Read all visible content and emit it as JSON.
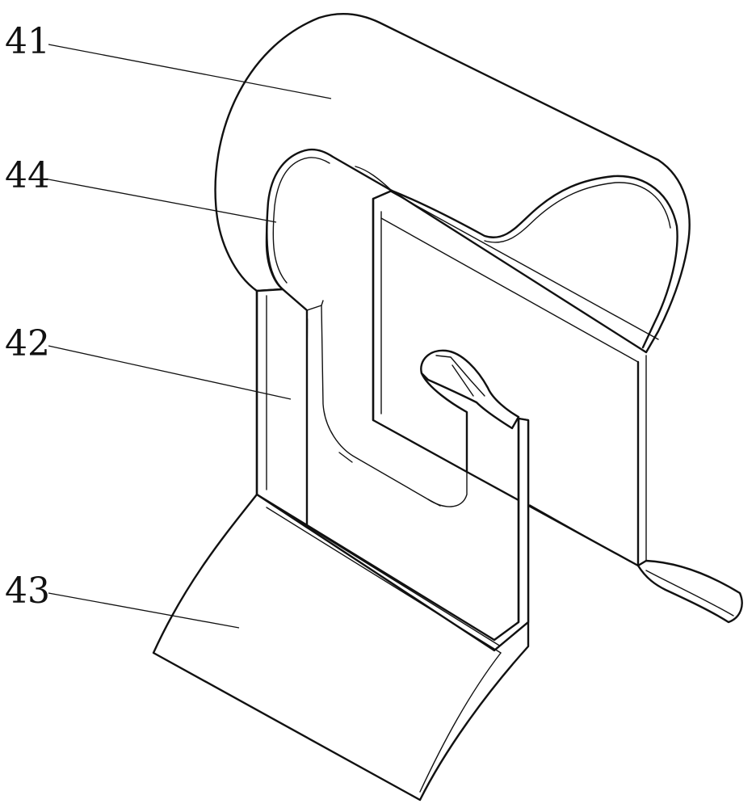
{
  "figure": {
    "labels": [
      {
        "id": "41",
        "text": "41"
      },
      {
        "id": "44",
        "text": "44"
      },
      {
        "id": "42",
        "text": "42"
      },
      {
        "id": "43",
        "text": "43"
      }
    ],
    "line_color": "#111111",
    "background": "#ffffff"
  }
}
